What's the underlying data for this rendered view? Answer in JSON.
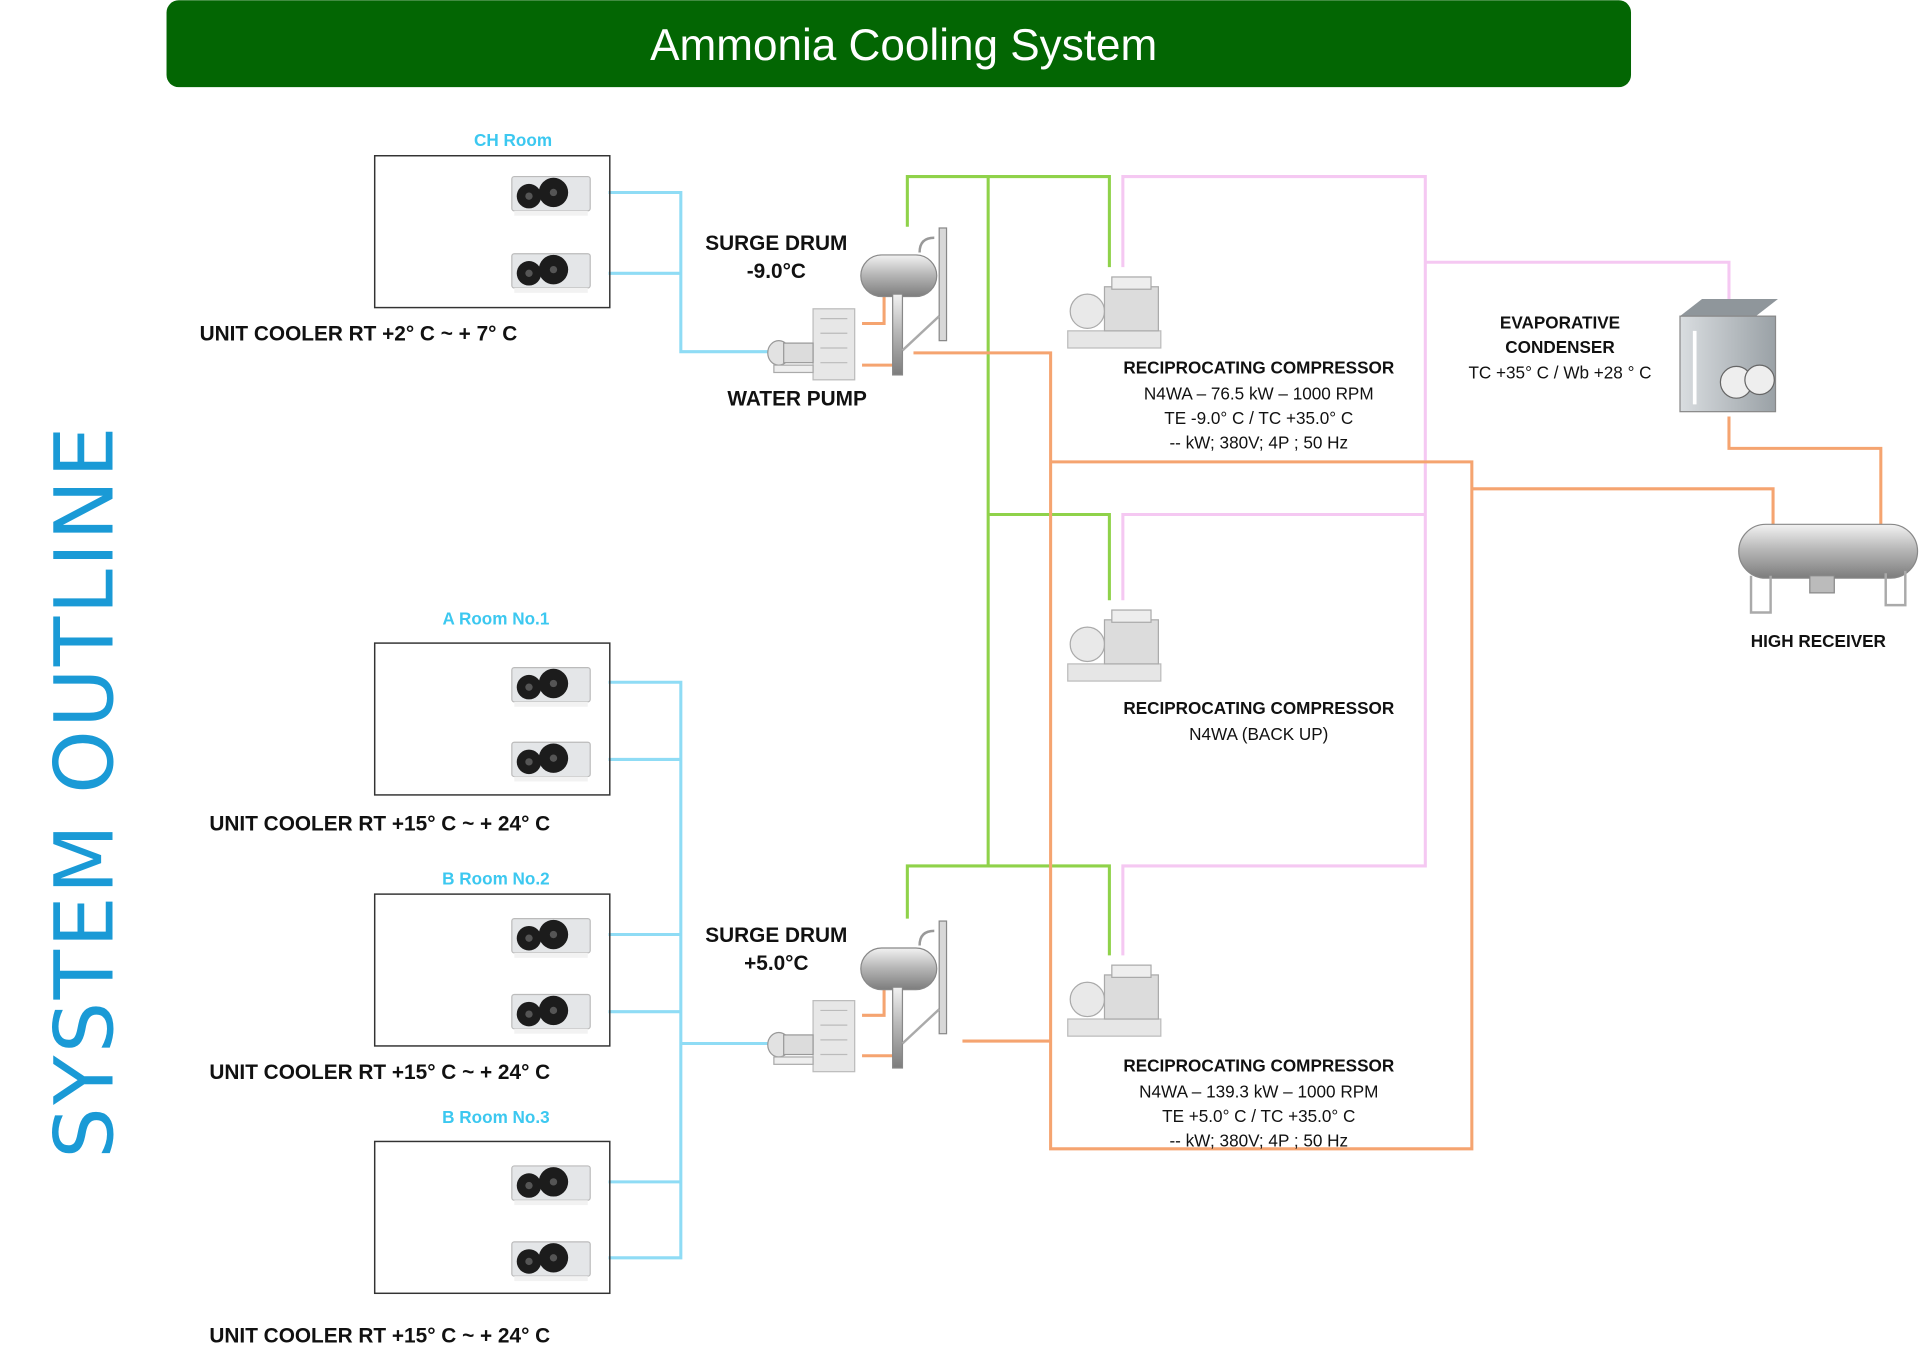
{
  "header": {
    "title": "Ammonia Cooling System",
    "color": "#036603"
  },
  "side_title": "SYSTEM OUTLINE",
  "rooms": [
    {
      "name": "CH Room",
      "caption": "UNIT COOLER RT +2°  C ~ + 7°  C"
    },
    {
      "name": "A Room No.1",
      "caption": "UNIT COOLER RT +15°  C ~ + 24°  C"
    },
    {
      "name": "B Room No.2",
      "caption": "UNIT COOLER RT +15°  C ~ + 24°  C"
    },
    {
      "name": "B Room No.3",
      "caption": "UNIT COOLER RT +15°  C ~ + 24°  C"
    }
  ],
  "surge_drums": [
    {
      "label": "SURGE DRUM",
      "temp": "-9.0°C"
    },
    {
      "label": "SURGE DRUM",
      "temp": "+5.0°C"
    }
  ],
  "water_pump": {
    "label": "WATER PUMP"
  },
  "compressors": [
    {
      "title": "RECIPROCATING COMPRESSOR",
      "lines": [
        "N4WA – 76.5 kW – 1000 RPM",
        "TE -9.0°  C / TC +35.0°  C",
        "-- kW; 380V; 4P ; 50 Hz"
      ]
    },
    {
      "title": "RECIPROCATING COMPRESSOR",
      "lines": [
        "N4WA (BACK UP)"
      ]
    },
    {
      "title": "RECIPROCATING COMPRESSOR",
      "lines": [
        "N4WA – 139.3 kW – 1000 RPM",
        "TE +5.0°  C / TC +35.0°  C",
        "-- kW; 380V; 4P ; 50 Hz"
      ]
    }
  ],
  "condenser": {
    "line1": "EVAPORATIVE",
    "line2": "CONDENSER",
    "spec": "TC +35°  C / Wb +28 °  C"
  },
  "receiver": {
    "label": "HIGH RECEIVER"
  },
  "pipe_colors": {
    "chilled_water": "#8fdcf5",
    "suction": "#8fd24a",
    "discharge": "#f5c8f2",
    "liquid": "#f5a470"
  }
}
